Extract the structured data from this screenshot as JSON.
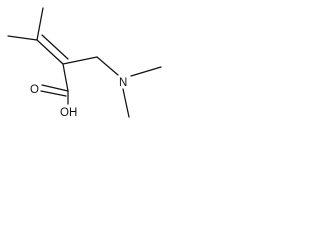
{
  "molecule": {
    "atoms": {
      "hydroxyl_label": "OH",
      "carbonyl_oxygen_label": "O",
      "amine_nitrogen_label": "N"
    }
  },
  "colors": {
    "bond": "#111111",
    "background": "#ffffff"
  }
}
